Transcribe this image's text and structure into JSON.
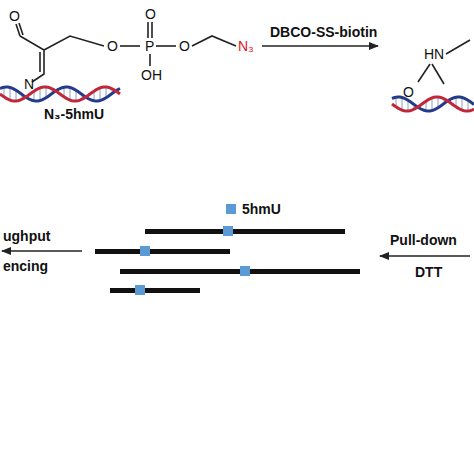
{
  "diagram": {
    "labels": [
      "O",
      "N",
      "O",
      "P",
      "O",
      "OH",
      "O",
      "N₃",
      "N₃-5hmU",
      "DBCO-SS-biotin",
      "HN",
      "O",
      "ughput",
      "encing",
      "Pull-down",
      "DTT"
    ],
    "legend": [
      {
        "text": "5hmU",
        "color": "#5b9bd5"
      }
    ]
  }
}
